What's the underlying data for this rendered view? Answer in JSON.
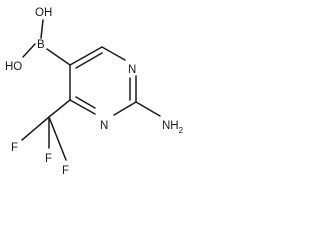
{
  "molecule": {
    "atoms": {
      "oh_top": "OH",
      "oh_left": "HO",
      "boron": "B",
      "n_ring_upper": "N",
      "n_ring_lower": "N",
      "amine": "NH",
      "amine_subscript": "2",
      "f_top": "F",
      "f_left": "F",
      "f_bottom": "F"
    }
  }
}
